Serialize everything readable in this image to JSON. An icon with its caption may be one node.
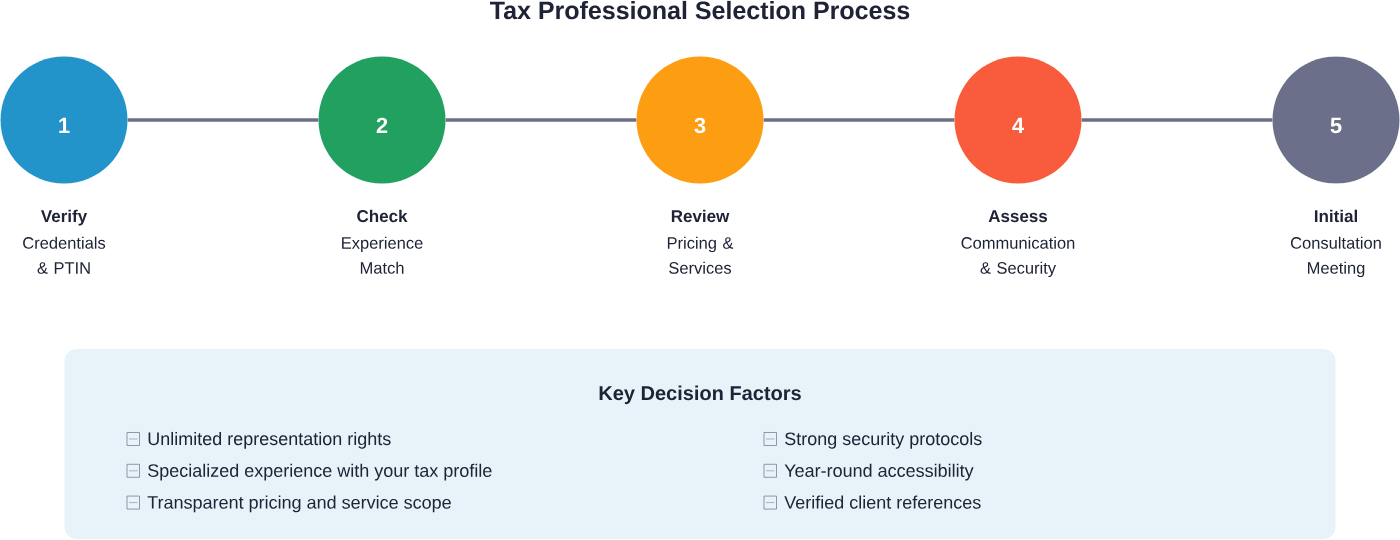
{
  "diagram": {
    "title": "Tax Professional Selection Process",
    "nodes": [
      {
        "text": [
          "1"
        ],
        "beside": [
          "Verify",
          "Credentials & PTIN"
        ]
      },
      {
        "text": [
          "2"
        ],
        "beside": [
          "Check",
          "Experience Match"
        ]
      },
      {
        "text": [
          "3"
        ],
        "beside": [
          "Review",
          "Pricing & Services"
        ]
      },
      {
        "text": [
          "4"
        ],
        "beside": [
          "Assess",
          "Communication & Security"
        ]
      },
      {
        "text": [
          "5"
        ],
        "beside": [
          "Initial",
          "Consultation Meeting"
        ]
      },
      {
        "text": [
          "Key Decision Factors",
          "Unlimited representation rights",
          "Specialized experience with your tax profile",
          "Transparent pricing and service scope",
          "Strong security protocols",
          "Year-round accessibility",
          "Verified client references"
        ]
      }
    ],
    "edges": [
      {
        "from": 0,
        "to": 1,
        "arrow": "none"
      },
      {
        "from": 1,
        "to": 2,
        "arrow": "none"
      },
      {
        "from": 2,
        "to": 3,
        "arrow": "none"
      },
      {
        "from": 3,
        "to": 4,
        "arrow": "none"
      }
    ]
  }
}
